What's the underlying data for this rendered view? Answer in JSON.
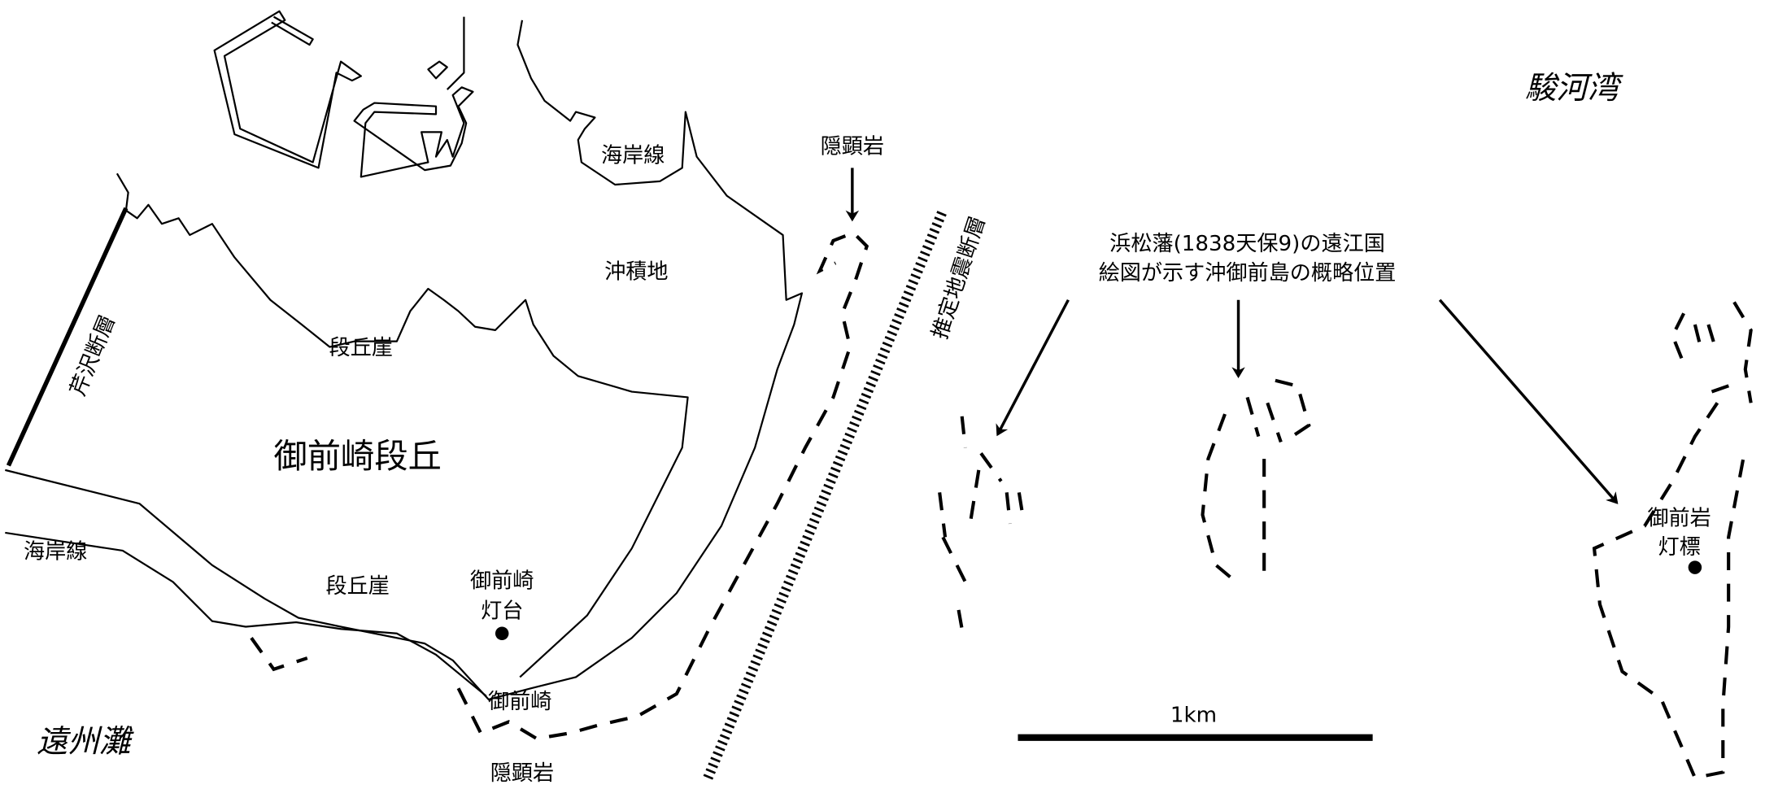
{
  "labels": {
    "suruga_bay": "駿河湾",
    "enshu_nada": "遠州灘",
    "hidden_rock_north": "隠顕岩",
    "hidden_rock_south": "隠顕岩",
    "coastline_north": "海岸線",
    "coastline_west": "海岸線",
    "alluvium": "沖積地",
    "terrace_cliff_upper": "段丘崖",
    "terrace_cliff_lower": "段丘崖",
    "serizawa_fault": "芹沢断層",
    "omaezaki_terrace": "御前崎段丘",
    "lighthouse_line1": "御前崎",
    "lighthouse_line2": "灯台",
    "cape_omaezaki": "御前崎",
    "inferred_fault": "推定地震断層",
    "annotation_line1": "浜松藩(1838天保9)の遠江国",
    "annotation_line2": "絵図が示す沖御前島の概略位置",
    "beacon_line1": "御前岩",
    "beacon_line2": "灯標",
    "scale": "1km"
  },
  "icons": [
    "arrow-icon",
    "lighthouse-dot-icon",
    "beacon-dot-icon"
  ]
}
